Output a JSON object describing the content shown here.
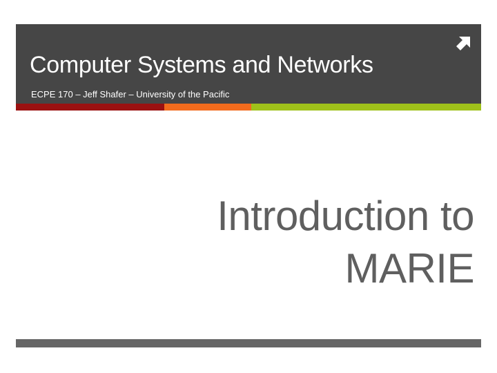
{
  "header": {
    "title": "Computer Systems and Networks",
    "subtitle": "ECPE 170 – Jeff Shafer – University of the Pacific",
    "corner_icon": "diagonal-arrow-icon"
  },
  "accent_bar": {
    "colors": [
      "#9b1111",
      "#f26b1d",
      "#9fc11a"
    ]
  },
  "main": {
    "title_line1": "Introduction to",
    "title_line2": "MARIE"
  },
  "colors": {
    "header_bg": "#464646",
    "title_text": "#5f5f5f",
    "footer_bar": "#666666"
  }
}
